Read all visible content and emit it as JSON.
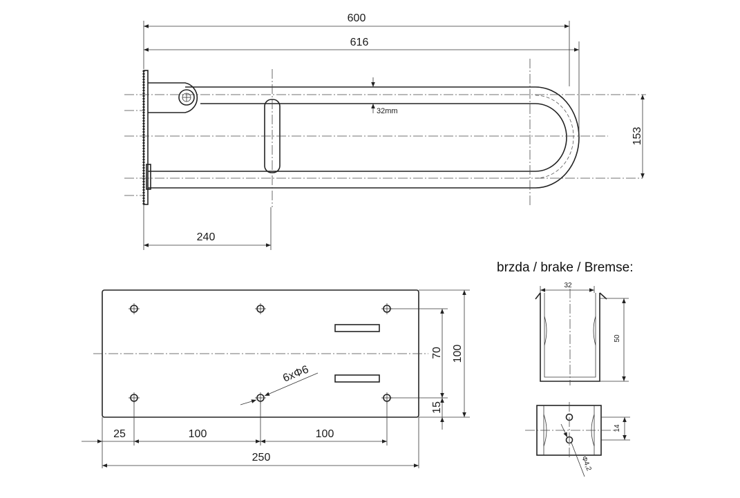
{
  "colors": {
    "line": "#222222",
    "background": "#ffffff"
  },
  "side_view": {
    "dim_length_a": "600",
    "dim_length_b": "616",
    "dim_height": "153",
    "dim_tube": "32mm",
    "dim_handle_offset": "240"
  },
  "base_plate": {
    "dim_total_width": "250",
    "dim_edge": "25",
    "dim_spacing_a": "100",
    "dim_spacing_b": "100",
    "dim_height": "100",
    "dim_hole_span": "70",
    "dim_hole_edge": "15",
    "holes_label": "6xΦ6"
  },
  "brake": {
    "title": "brzda / brake / Bremse:",
    "dim_width": "32",
    "dim_height": "50",
    "dim_hole_spacing": "14",
    "hole_label": "Φ4,2"
  }
}
